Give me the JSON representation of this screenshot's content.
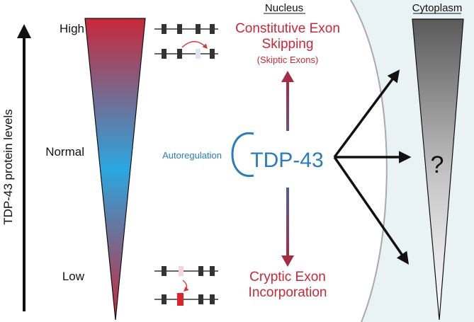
{
  "compartments": {
    "nucleus": "Nucleus",
    "cytoplasm": "Cytoplasm"
  },
  "axis": {
    "label": "TDP-43 protein levels",
    "levels": {
      "high": "High",
      "normal": "Normal",
      "low": "Low"
    }
  },
  "center": {
    "protein": "TDP-43",
    "autoregulation": "Autoregulation"
  },
  "outcomes": {
    "high_line1": "Constitutive Exon",
    "high_line2": "Skipping",
    "high_sub": "(Skiptic Exons)",
    "low_line1": "Cryptic Exon",
    "low_line2": "Incorporation"
  },
  "cytoplasm_unknown": "?",
  "colors": {
    "red": "#c8283a",
    "blue": "#2b7bbf",
    "cyto_bg": "#e9f3f5",
    "arrow_dark": "#111111"
  }
}
